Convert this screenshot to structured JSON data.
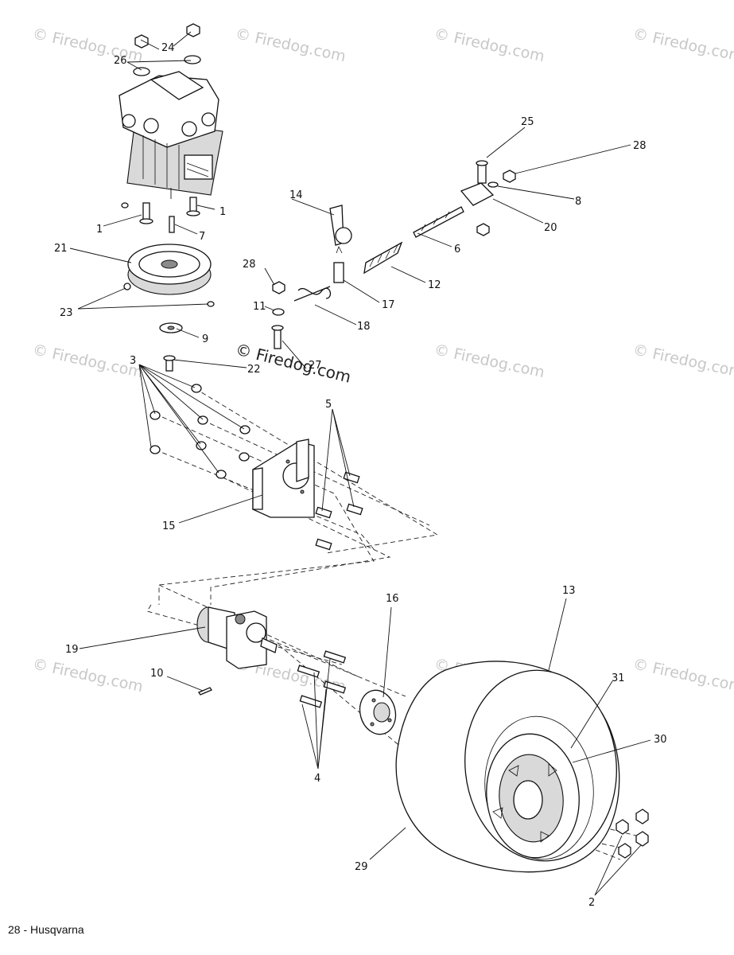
{
  "watermark": {
    "text": "© Firedog.com"
  },
  "callouts": {
    "c1a": "1",
    "c1b": "1",
    "c2": "2",
    "c3": "3",
    "c4": "4",
    "c5": "5",
    "c6": "6",
    "c7": "7",
    "c8": "8",
    "c9": "9",
    "c10": "10",
    "c11": "11",
    "c12": "12",
    "c13": "13",
    "c14": "14",
    "c15": "15",
    "c16": "16",
    "c17": "17",
    "c18": "18",
    "c19": "19",
    "c20": "20",
    "c21": "21",
    "c22": "22",
    "c23": "23",
    "c24": "24",
    "c25": "25",
    "c26": "26",
    "c27": "27",
    "c28a": "28",
    "c28b": "28",
    "c29": "29",
    "c30": "30",
    "c31": "31"
  },
  "footer": {
    "text": "28 - Husqvarna"
  }
}
